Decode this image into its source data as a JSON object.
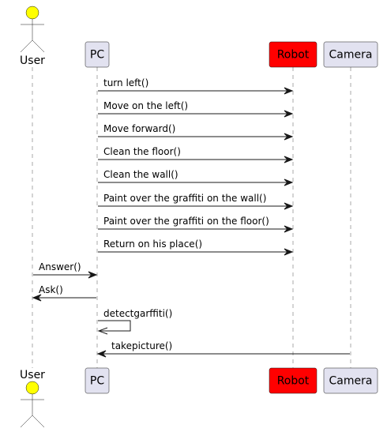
{
  "participants": [
    {
      "id": "user",
      "label": "User",
      "kind": "actor",
      "fill": "#FFFF00"
    },
    {
      "id": "pc",
      "label": "PC",
      "kind": "box",
      "fill": "#E2E2F0"
    },
    {
      "id": "robot",
      "label": "Robot",
      "kind": "box",
      "fill": "#FF0000"
    },
    {
      "id": "camera",
      "label": "Camera",
      "kind": "box",
      "fill": "#E2E2F0"
    }
  ],
  "messages": [
    {
      "from": "pc",
      "to": "robot",
      "label": "turn left()"
    },
    {
      "from": "pc",
      "to": "robot",
      "label": "Move on the left()"
    },
    {
      "from": "pc",
      "to": "robot",
      "label": "Move forward()"
    },
    {
      "from": "pc",
      "to": "robot",
      "label": "Clean the floor()"
    },
    {
      "from": "pc",
      "to": "robot",
      "label": "Clean the wall()"
    },
    {
      "from": "pc",
      "to": "robot",
      "label": "Paint over the graffiti on the wall()"
    },
    {
      "from": "pc",
      "to": "robot",
      "label": "Paint over the graffiti on the floor()"
    },
    {
      "from": "pc",
      "to": "robot",
      "label": "Return on his place()"
    },
    {
      "from": "user",
      "to": "pc",
      "label": "Answer()"
    },
    {
      "from": "pc",
      "to": "user",
      "label": "Ask()"
    },
    {
      "from": "pc",
      "to": "pc",
      "label": "detectgarffiti()"
    },
    {
      "from": "camera",
      "to": "pc",
      "label": "takepicture()"
    }
  ]
}
